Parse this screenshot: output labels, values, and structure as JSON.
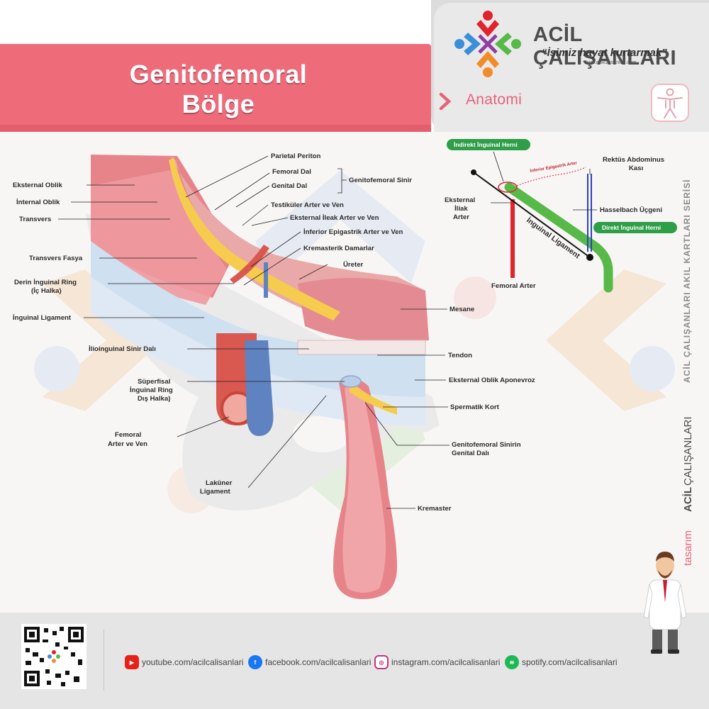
{
  "header": {
    "title_line1": "Genitofemoral",
    "title_line2": "Bölge",
    "section": "Anatomi"
  },
  "brand": {
    "name": "ACİL ÇALIŞANLARI",
    "slogan": "“İşimiz hayat kurtarmak”",
    "url": "www.acilcalisanlari.com"
  },
  "side": {
    "series": "ACİL ÇALIŞANLARI AKIL KARTLARI SERİSİ",
    "credit_prefix": "tasarım",
    "credit_bold": "ACİL",
    "credit_rest": "ÇALIŞANLARI"
  },
  "labels_left": {
    "eksternal_oblik": "Eksternal Oblik",
    "internal_oblik": "İnternal Oblik",
    "transvers": "Transvers",
    "transvers_fasya": "Transvers Fasya",
    "derin_ring_1": "Derin İnguinal Ring",
    "derin_ring_2": "(İç Halka)",
    "inguinal_ligament": "İnguinal Ligament",
    "ilioinguinal": "İlioinguinal Sinir Dalı",
    "superfisal_1": "Süperfisal",
    "superfisal_2": "İnguinal Ring",
    "superfisal_3": "Dış Halka)",
    "femoral_1": "Femoral",
    "femoral_2": "Arter ve Ven",
    "lakuner_1": "Laküner",
    "lakuner_2": "Ligament"
  },
  "labels_right": {
    "parietal_periton": "Parietal Periton",
    "femoral_dal": "Femoral Dal",
    "genital_dal": "Genital Dal",
    "genitofemoral_sinir": "Genitofemoral Sinir",
    "testikuler": "Testiküler Arter ve Ven",
    "eksternal_ileak": "Eksternal İleak Arter ve Ven",
    "inferior_epigastrik": "İnferior Epigastrik Arter ve Ven",
    "kremasterik": "Kremasterik Damarlar",
    "ureter": "Üreter",
    "mesane": "Mesane",
    "tendon": "Tendon",
    "eksternal_oblik_aponevroz": "Eksternal Oblik Aponevroz",
    "spermatik_kort": "Spermatik Kort",
    "genitofemoral_genital_1": "Genitofemoral Sinirin",
    "genitofemoral_genital_2": "Genital Dalı",
    "kremaster": "Kremaster"
  },
  "inset": {
    "indirekt": "İndirekt  İnguinal Herni",
    "direkt": "Direkt  İnguinal Herni",
    "inferior_epigastrik": "İnferior Epigastrik Arter",
    "rektus_1": "Rektüs Abdominus",
    "rektus_2": "Kası",
    "eksternal_iliak_1": "Eksternal",
    "eksternal_iliak_2": "İliak",
    "eksternal_iliak_3": "Arter",
    "hasselbach": "Hasselbach Üçgeni",
    "inguinal_ligament": "İnguinal Ligament",
    "femoral_arter": "Femoral Arter"
  },
  "footer": {
    "youtube": "youtube.com/acilcalisanlari",
    "facebook": "facebook.com/acilcalisanlari",
    "instagram": "instagram.com/acilcalisanlari",
    "spotify": "spotify.com/acilcalisanlari"
  },
  "icons": [
    "chevron-right-icon",
    "anatomy-figure-icon",
    "youtube-icon",
    "facebook-icon",
    "instagram-icon",
    "spotify-icon",
    "qr-code",
    "brand-logo",
    "doctor-mascot"
  ],
  "colors": {
    "accent_pink": "#ee6b7a",
    "inset_green": "#57b947",
    "inset_red": "#e2232e",
    "nerve_yellow": "#f6cc4e",
    "vein_blue": "#5f82c0",
    "artery_red": "#d9584f"
  }
}
